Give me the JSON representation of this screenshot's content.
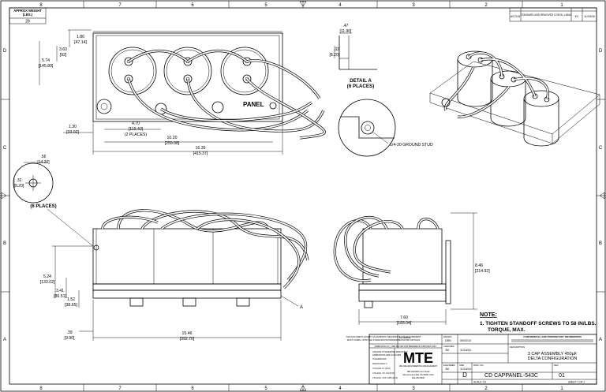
{
  "border": {
    "cols": [
      "8",
      "7",
      "6",
      "5",
      "4",
      "3",
      "2",
      "1"
    ],
    "rows": [
      "D",
      "C",
      "B",
      "A"
    ]
  },
  "approx_weight": {
    "label": "APPROX WEIGHT\n(LBS.)",
    "label1": "APPROX WEIGHT",
    "label2": "(LBS.)",
    "value": "28"
  },
  "revision": {
    "rev": "A07315",
    "desc": "STANDARD AND REMOVED CONTA. LABLE",
    "by": "EV",
    "date": "11/18/16"
  },
  "top_view": {
    "dims": [
      "1.86",
      "[47.14]",
      "3.60",
      "[92]",
      "5.74",
      "[145.80]",
      "1.30",
      "[33.02]",
      "4.70",
      "[119.40]",
      "(2 PLACES)",
      "10.20",
      "[259.08]",
      "16.35",
      "[415.37]"
    ],
    "panel_text": "PANEL"
  },
  "detail_a": {
    "dims": [
      ".47",
      "[11.90]",
      ".32",
      "[8.20]"
    ],
    "title": "DETAIL A",
    "subtitle": "(6 PLACES)",
    "stud_note": "1/4-20 GROUND STUD"
  },
  "hole_detail": {
    "dims": [
      ".56",
      "[14.20]",
      ".32",
      "[8.20]"
    ],
    "note": "(6 PLACES)"
  },
  "front_view": {
    "dims": [
      "5.24",
      "[133.02]",
      "3.41",
      "[86.51]",
      "1.52",
      "[38.65]",
      ".39",
      "[9.90]",
      "15.46",
      "[392.70]"
    ],
    "callout": "A"
  },
  "side_view": {
    "dims": [
      "8.46",
      "[214.92]",
      "7.60",
      "[193.04]"
    ]
  },
  "note": {
    "heading": "NOTE:",
    "text1": "1. TIGHTEN STANDOFF SCREWS TO 58 IN/LBS.",
    "text2": "TORQUE, MAX."
  },
  "title_block": {
    "legal1": "THIS DOCUMENT, EXCEPT AS HEREWITH REQUIRED BY ITS REQUIREMENT",
    "legal2": "MUST COMPLY WITH THE STANDARD PROCESSES/REVISIONS FOR RoHS",
    "legal3": "DIMENSIONS IN ( ) ARE MM AND FOR REFERENCE PURPOSES ONLY",
    "tol_head": "UNLESS OTHERWISE SPECIFIED",
    "tol_lines": [
      "DIMENSIONS ARE IN INCHES",
      "TOLERANCES",
      "FRACTIONAL ±",
      "X PLACE ±.1 [2.54]",
      "X PLACE .XX ±.03 [0.8]",
      "3 PLACE .XXX ±.005 [0.13]"
    ],
    "material_label": "MATERIAL",
    "logo": "MTE",
    "logo_sub": "WE ARE ENGINEERING MANAGEMENT",
    "address": [
      "N83 W13330 Leon Road",
      "Menomonee Falls, WI 53051 USA",
      "262-253-8200"
    ],
    "confidential": "CONFIDENTIAL AND PROPRIETARY INFORMATION",
    "description_label": "DESCRIPTION",
    "description1": "3 CAP ASSEMBLY 450µF",
    "description2": "DELTA CONFIGURATION",
    "drawn_label": "DRAWN",
    "drawn_by": "DBN",
    "drawn_date": "06/03/10",
    "checked_label": "CHECKED",
    "checked_by": "JM",
    "checked_date": "11/18/16",
    "engineer_label": "ENGINEER",
    "engineer_by": "JM",
    "engineer_date": "11/18/16",
    "size_label": "SIZE",
    "size": "D",
    "dwg_label": "DWG. NO.",
    "dwg_no": "CD CAPPANEL-543C",
    "rev_label": "REV",
    "rev": "01",
    "scale": "SCALE 1:6",
    "sheet": "SHEET 1 OF 1"
  }
}
